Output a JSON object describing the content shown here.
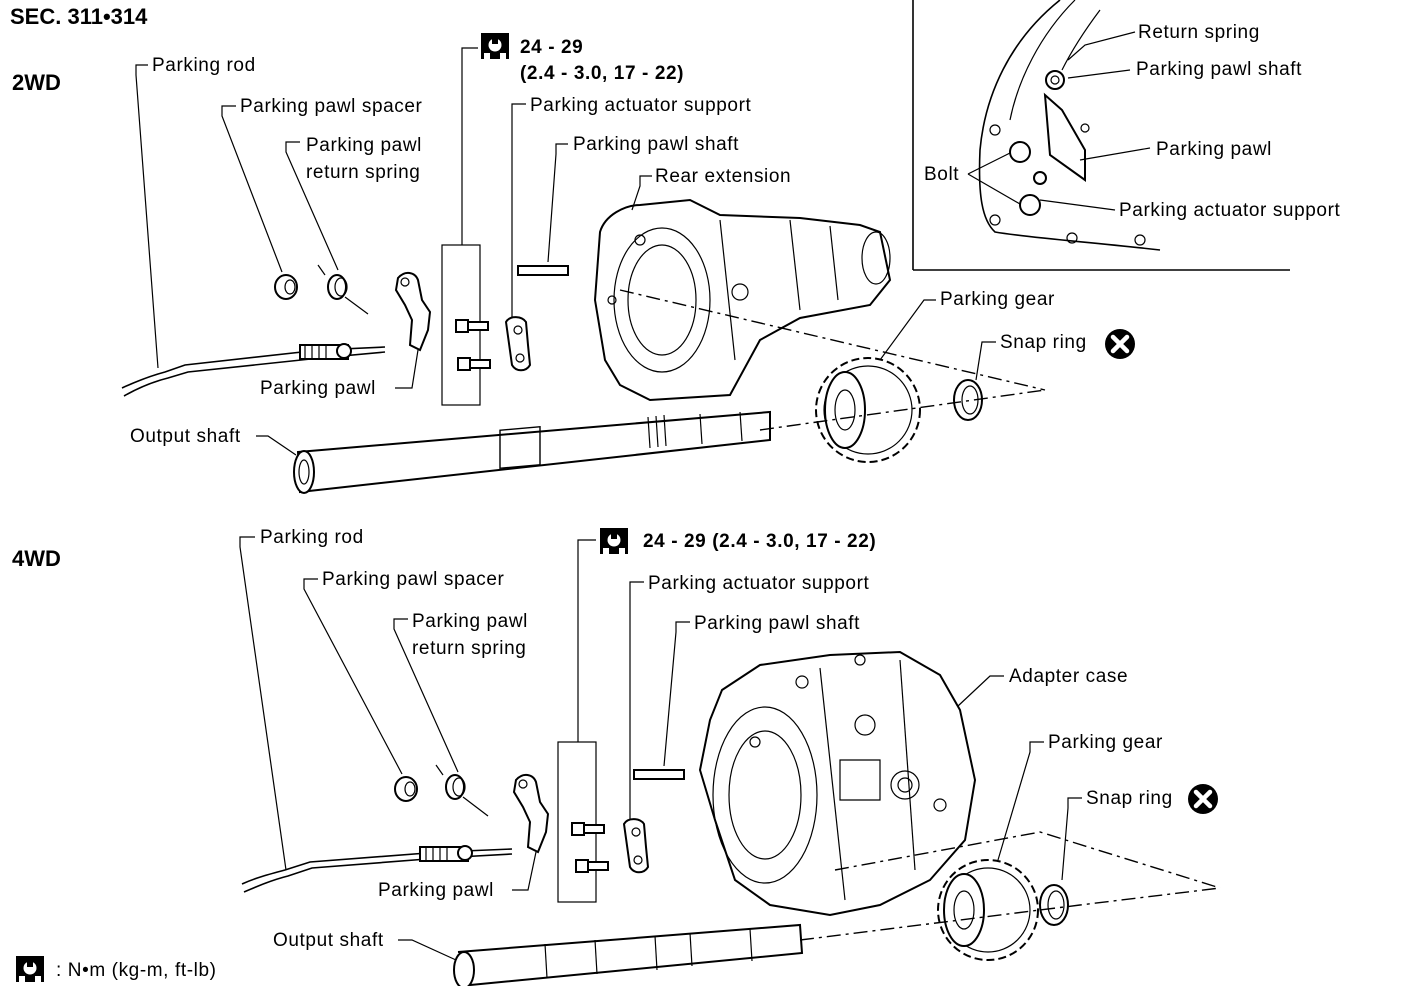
{
  "header": {
    "section": "SEC. 311•314"
  },
  "twd": {
    "title": "2WD",
    "torque": {
      "value": "24 - 29",
      "units": "(2.4 - 3.0, 17 - 22)"
    },
    "labels": {
      "parking_rod": "Parking rod",
      "parking_pawl_spacer": "Parking pawl spacer",
      "return_spring_1": "Parking pawl",
      "return_spring_2": "return spring",
      "parking_actuator_support": "Parking actuator support",
      "parking_pawl_shaft": "Parking pawl shaft",
      "rear_extension": "Rear extension",
      "parking_pawl": "Parking pawl",
      "output_shaft": "Output shaft",
      "parking_gear": "Parking gear",
      "snap_ring": "Snap ring"
    }
  },
  "inset": {
    "return_spring": "Return spring",
    "parking_pawl_shaft": "Parking pawl shaft",
    "parking_pawl": "Parking pawl",
    "bolt": "Bolt",
    "parking_actuator_support": "Parking actuator support"
  },
  "fwd": {
    "title": "4WD",
    "torque": {
      "text": "24 - 29 (2.4 - 3.0, 17 - 22)"
    },
    "labels": {
      "parking_rod": "Parking rod",
      "parking_pawl_spacer": "Parking pawl spacer",
      "return_spring_1": "Parking pawl",
      "return_spring_2": "return spring",
      "parking_actuator_support": "Parking actuator support",
      "parking_pawl_shaft": "Parking pawl shaft",
      "adapter_case": "Adapter case",
      "parking_gear": "Parking gear",
      "snap_ring": "Snap ring",
      "parking_pawl": "Parking pawl",
      "output_shaft": "Output shaft"
    }
  },
  "legend": {
    "units": ": N•m (kg-m, ft-lb)"
  },
  "icons": {
    "torque": "torque-wrench-icon",
    "replace": "do-not-reuse-icon"
  }
}
